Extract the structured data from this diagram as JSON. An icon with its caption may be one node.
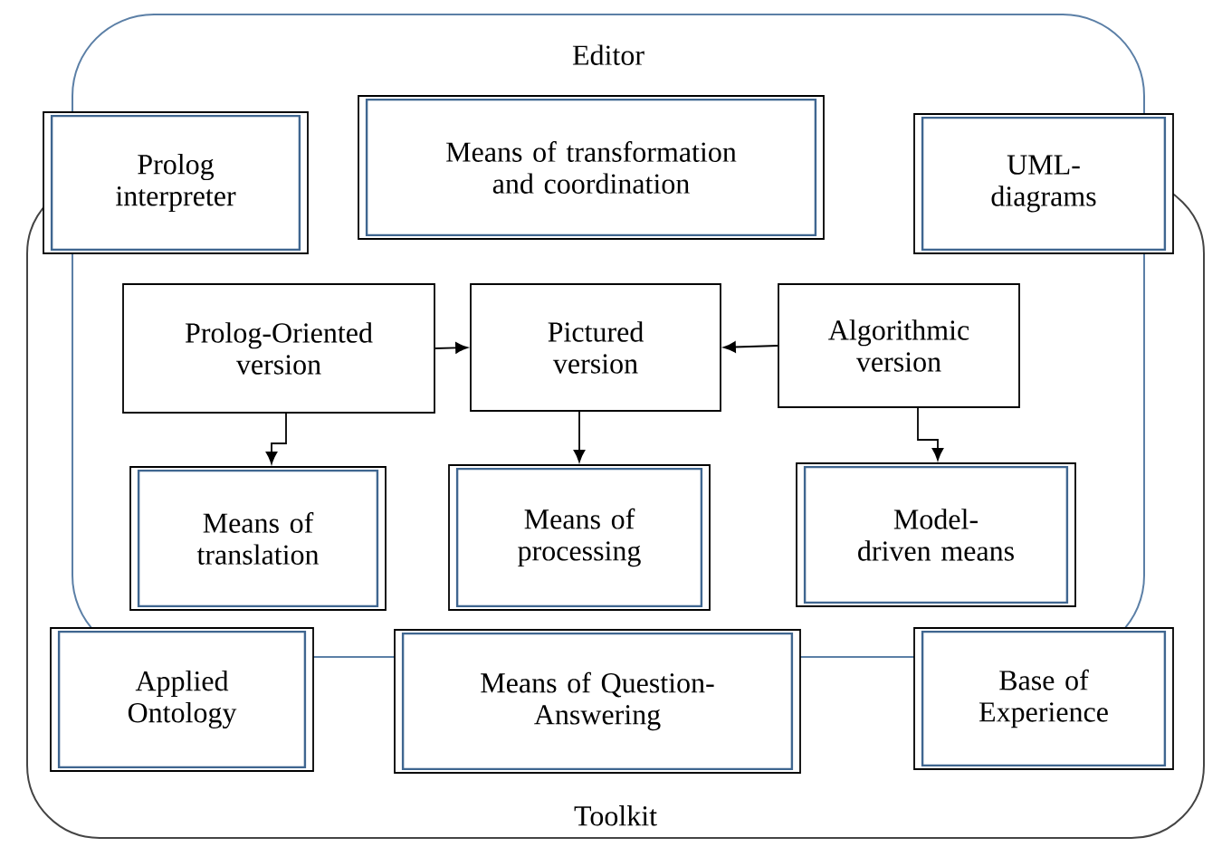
{
  "diagram": {
    "nodes": [
      {
        "text": [
          "Toolkit"
        ]
      },
      {
        "text": [
          "Editor"
        ]
      },
      {
        "text": [
          "Prolog interpreter"
        ]
      },
      {
        "text": [
          "Means of transformation and coordination"
        ],
        "in": 1
      },
      {
        "text": [
          "UML-diagrams"
        ]
      },
      {
        "text": [
          "Prolog-Oriented version"
        ]
      },
      {
        "text": [
          "Pictured version"
        ]
      },
      {
        "text": [
          "Algorithmic version"
        ]
      },
      {
        "text": [
          "Means of translation"
        ]
      },
      {
        "text": [
          "Means of processing"
        ]
      },
      {
        "text": [
          "Model-driven means"
        ]
      },
      {
        "text": [
          "Applied Ontology"
        ],
        "in": 0
      },
      {
        "text": [
          "Means of Question-Answering"
        ],
        "in": 0
      },
      {
        "text": [
          "Base of Experience"
        ],
        "in": 0
      }
    ],
    "edges": [
      {
        "from": 5,
        "to": 6,
        "arrow": "to"
      },
      {
        "from": 7,
        "to": 6,
        "arrow": "to"
      },
      {
        "from": 5,
        "to": 8,
        "arrow": "to"
      },
      {
        "from": 6,
        "to": 9,
        "arrow": "to"
      },
      {
        "from": 7,
        "to": 10,
        "arrow": "to"
      }
    ]
  }
}
